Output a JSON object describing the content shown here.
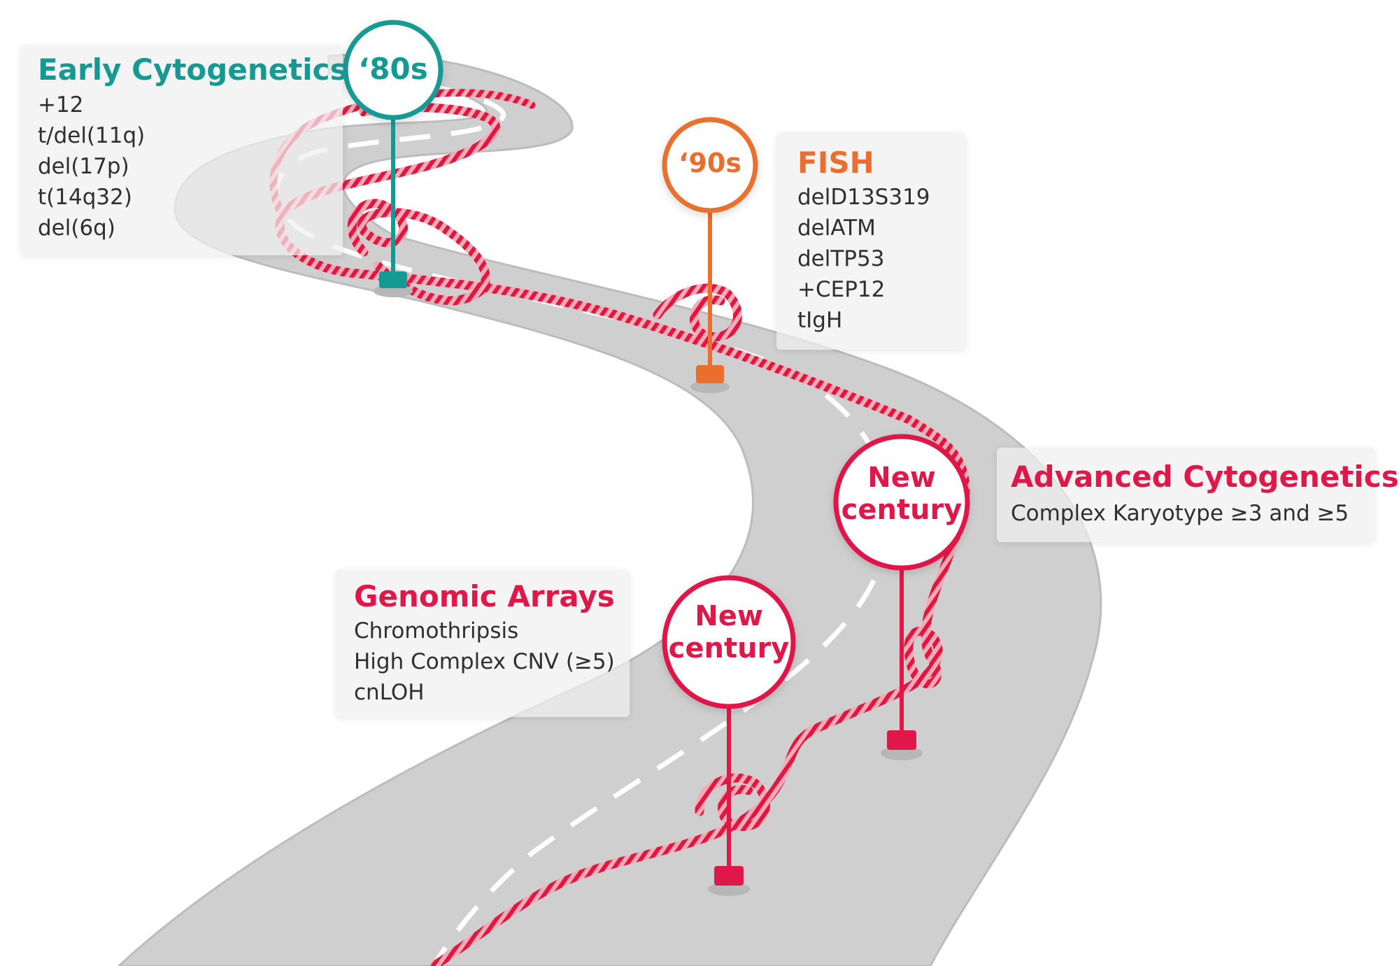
{
  "colors": {
    "road": "#cfcfcf",
    "road_edge": "#b9b9b9",
    "dash": "#ffffff",
    "dna_red": "#e0183f",
    "dna_pink": "#f6a9b8",
    "teal": "#159a93",
    "orange": "#ea6f2e",
    "crimson": "#e0184a",
    "text": "#2f2f2f"
  },
  "milestones": {
    "eighties": {
      "pin_label": "‘80s",
      "title": "Early  Cytogenetics",
      "items": [
        "+12",
        "t/del(11q)",
        "del(17p)",
        " t(14q32)",
        "del(6q)"
      ]
    },
    "nineties": {
      "pin_label": "‘90s",
      "title": "FISH",
      "items": [
        "delD13S319",
        "delATM",
        "delTP53",
        "+CEP12",
        "tIgH"
      ]
    },
    "advanced": {
      "pin_label": "New century",
      "title": "Advanced Cytogenetics",
      "items": [
        "Complex Karyotype ≥3 and ≥5"
      ]
    },
    "arrays": {
      "pin_label": "New century",
      "title": "Genomic Arrays",
      "items": [
        "Chromothripsis",
        "High Complex CNV (≥5)",
        "cnLOH"
      ]
    }
  }
}
